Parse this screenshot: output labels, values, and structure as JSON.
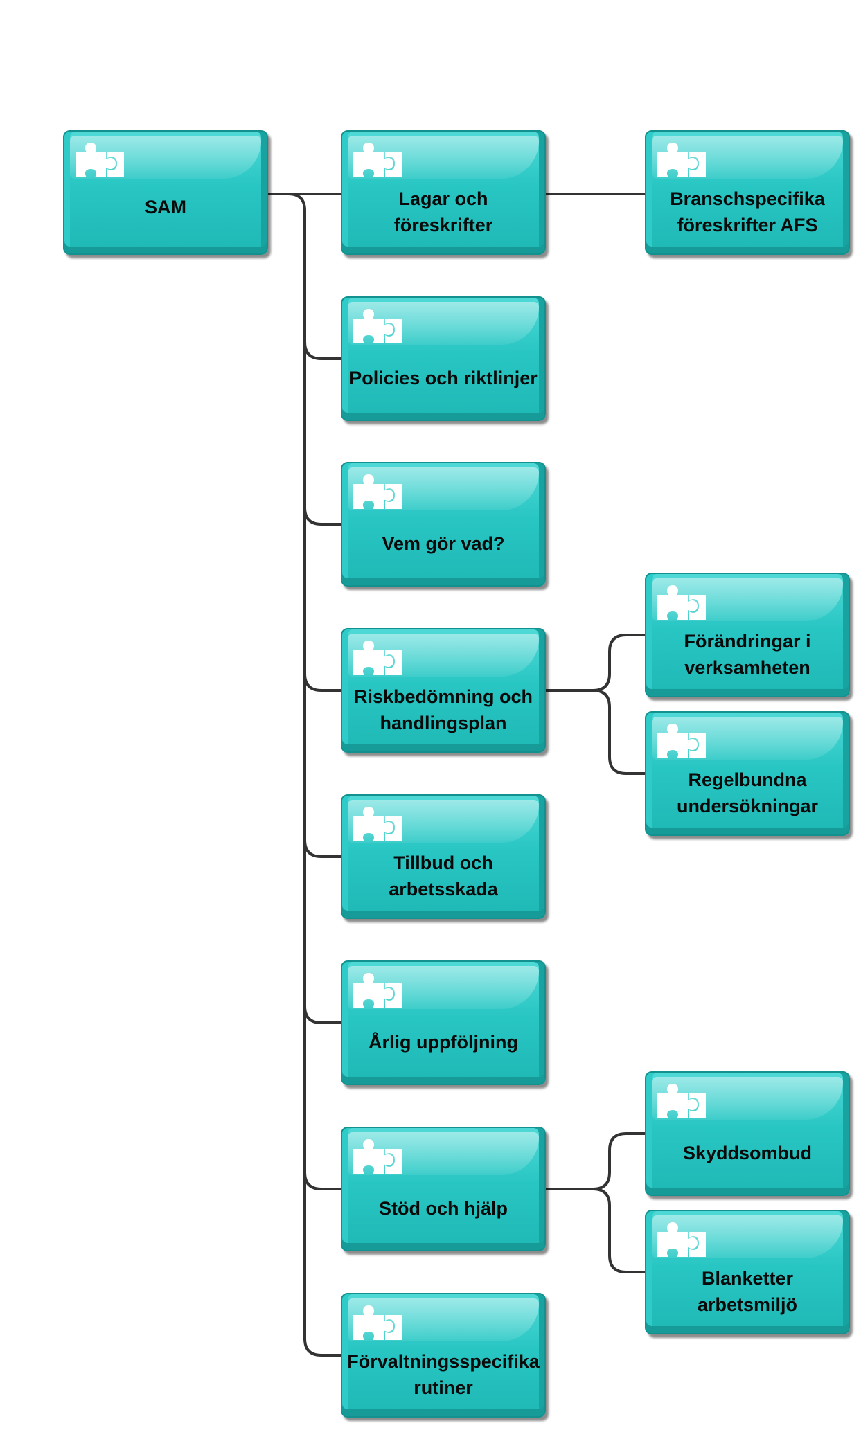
{
  "diagram": {
    "root": {
      "id": "sam",
      "label": "SAM"
    },
    "level1": [
      {
        "id": "lagar",
        "label": "Lagar och\nföreskrifter"
      },
      {
        "id": "policies",
        "label": "Policies och riktlinjer"
      },
      {
        "id": "vem",
        "label": "Vem gör vad?"
      },
      {
        "id": "risk",
        "label": "Riskbedömning och\nhandlingsplan"
      },
      {
        "id": "tillbud",
        "label": "Tillbud och\narbetsskada"
      },
      {
        "id": "arlig",
        "label": "Årlig uppföljning"
      },
      {
        "id": "stod",
        "label": "Stöd och hjälp"
      },
      {
        "id": "forvaltning",
        "label": "Förvaltningsspecifika\nrutiner"
      }
    ],
    "level2": [
      {
        "id": "bransch",
        "parent": "lagar",
        "label": "Branschspecifika\nföreskrifter AFS"
      },
      {
        "id": "forandringar",
        "parent": "risk",
        "label": "Förändringar i\nverksamheten"
      },
      {
        "id": "regelbundna",
        "parent": "risk",
        "label": "Regelbundna\nundersökningar"
      },
      {
        "id": "skyddsombud",
        "parent": "stod",
        "label": "Skyddsombud"
      },
      {
        "id": "blanketter",
        "parent": "stod",
        "label": "Blanketter\narbetsmiljö"
      }
    ],
    "colors": {
      "node_fill": "#28c6c3",
      "node_border": "#12918f",
      "connector": "#333333",
      "puzzle_icon": "#ffffff"
    },
    "icon": "puzzle-piece-icon"
  }
}
